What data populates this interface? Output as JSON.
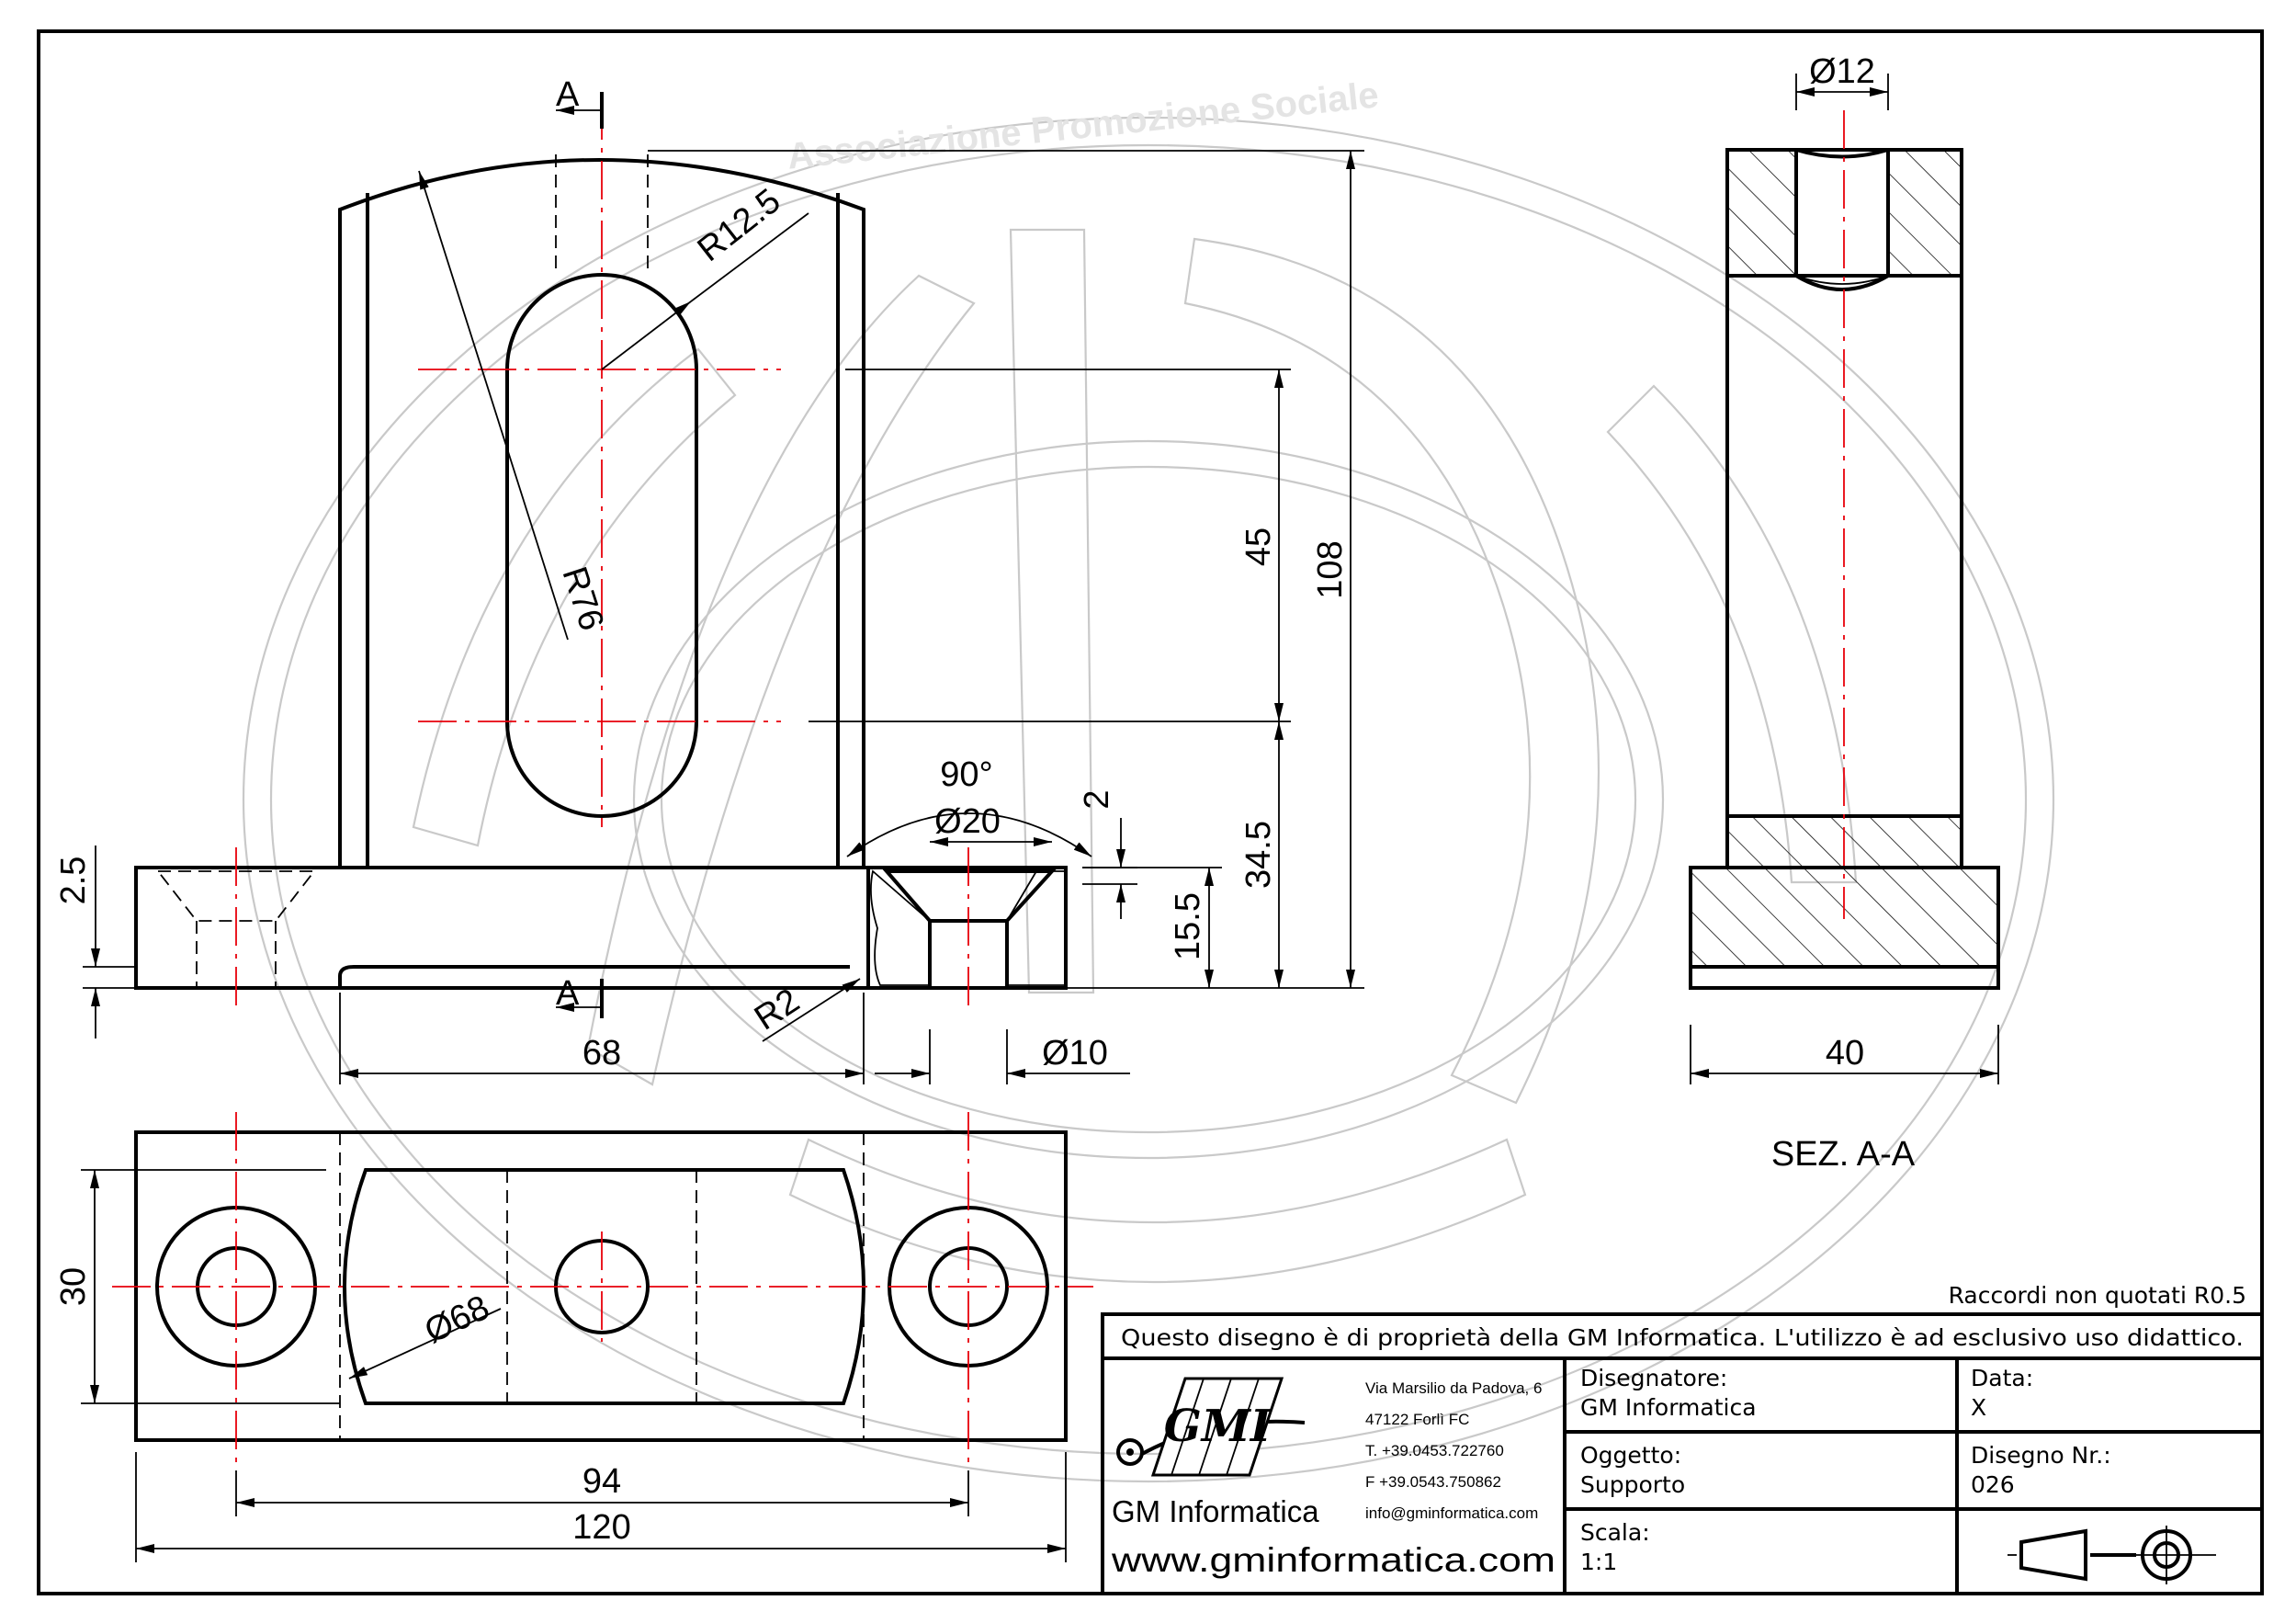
{
  "watermark": {
    "arc_text": "Associazione Promozione Sociale"
  },
  "section_marks": {
    "letter": "A"
  },
  "front_view": {
    "dims": {
      "r_slot": "R12.5",
      "r_arc": "R76",
      "slot_len": "45",
      "height_total": "108",
      "height_lower": "34.5",
      "angle": "90°",
      "dia_sink": "Ø20",
      "sink_depth": "2",
      "base_thk": "15.5",
      "flange_thk": "2.5",
      "r_fillet": "R2",
      "width_upright": "68",
      "dia_hole": "Ø10"
    }
  },
  "top_view": {
    "dims": {
      "dia_big": "Ø68",
      "slot_pitch": "30",
      "hole_pitch": "94",
      "width_total": "120"
    }
  },
  "section_view": {
    "dims": {
      "dia_top": "Ø12",
      "width": "40"
    },
    "title": "SEZ. A-A"
  },
  "title_block": {
    "note": "Raccordi non quotati R0.5",
    "property": "Questo disegno è di proprietà della GM Informatica. L'utilizzo è ad esclusivo uso didattico.",
    "logo_letters": "GMI",
    "company": "GM Informatica",
    "website": "www.gminformatica.com",
    "address": [
      "Via Marsilio da Padova, 6",
      "47122  Forlì  FC",
      "T. +39.0453.722760",
      "F +39.0543.750862",
      "info@gminformatica.com"
    ],
    "designer_label": "Disegnatore:",
    "designer": "GM  Informatica",
    "date_label": "Data:",
    "date": "X",
    "object_label": "Oggetto:",
    "object": "Supporto",
    "drawing_no_label": "Disegno  Nr.:",
    "drawing_no": "026",
    "scale_label": "Scala:",
    "scale": "1:1"
  }
}
